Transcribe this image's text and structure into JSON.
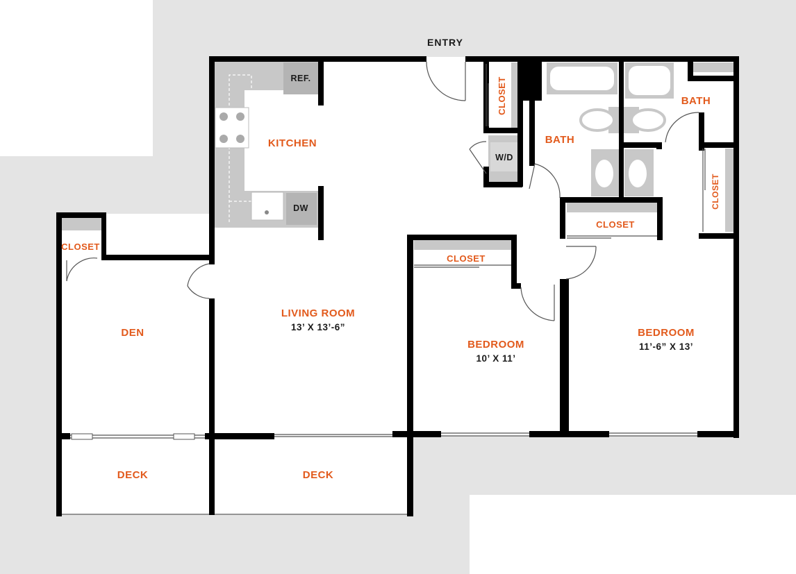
{
  "entry": "ENTRY",
  "rooms": {
    "kitchen": "KITCHEN",
    "den": "DEN",
    "living_room": "LIVING ROOM",
    "living_room_dims": "13’ X 13’-6”",
    "bedroom_1": "BEDROOM",
    "bedroom_1_dims": "10’ X 11’",
    "bedroom_2": "BEDROOM",
    "bedroom_2_dims": "11’-6” X 13’",
    "bath_1": "BATH",
    "bath_2": "BATH",
    "deck_1": "DECK",
    "deck_2": "DECK"
  },
  "closets": {
    "den": "CLOSET",
    "entry": "CLOSET",
    "bedroom_1": "CLOSET",
    "bedroom_2": "CLOSET",
    "bath_2": "CLOSET"
  },
  "fixtures": {
    "refrigerator": "REF.",
    "dishwasher": "DW",
    "washer_dryer": "W/D"
  },
  "colors": {
    "room_label": "#e25a1c",
    "wall": "#000000",
    "surround": "#e4e4e4",
    "fixture": "#c8c8c8"
  }
}
